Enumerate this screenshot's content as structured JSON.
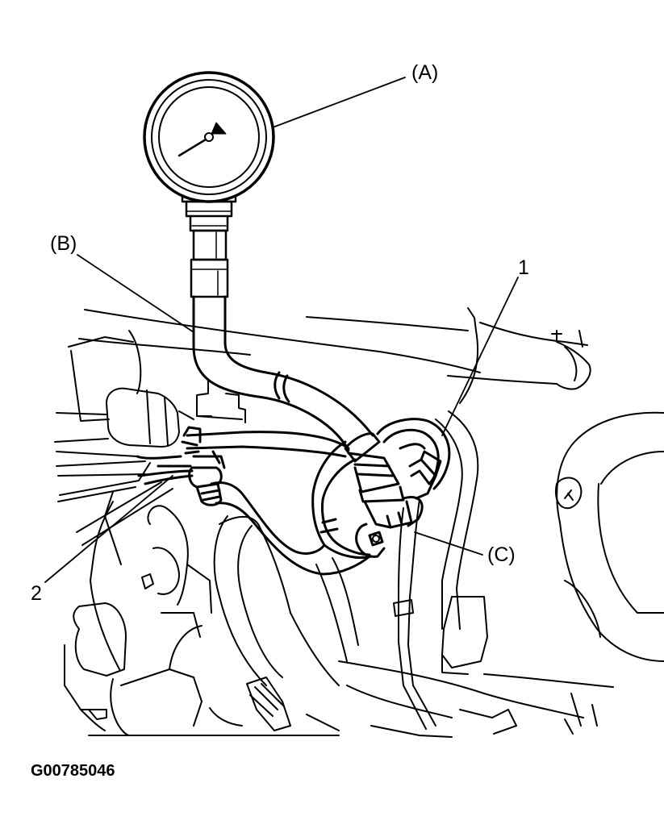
{
  "callouts": {
    "gauge": "(A)",
    "hose": "(B)",
    "adapter": "(C)",
    "fuel_line_1": "1",
    "fuel_line_2": "2"
  },
  "figure_code": "G00785046",
  "icons": {
    "gauge": "pressure-gauge-icon"
  },
  "colors": {
    "line": "#000000",
    "background": "#ffffff"
  }
}
